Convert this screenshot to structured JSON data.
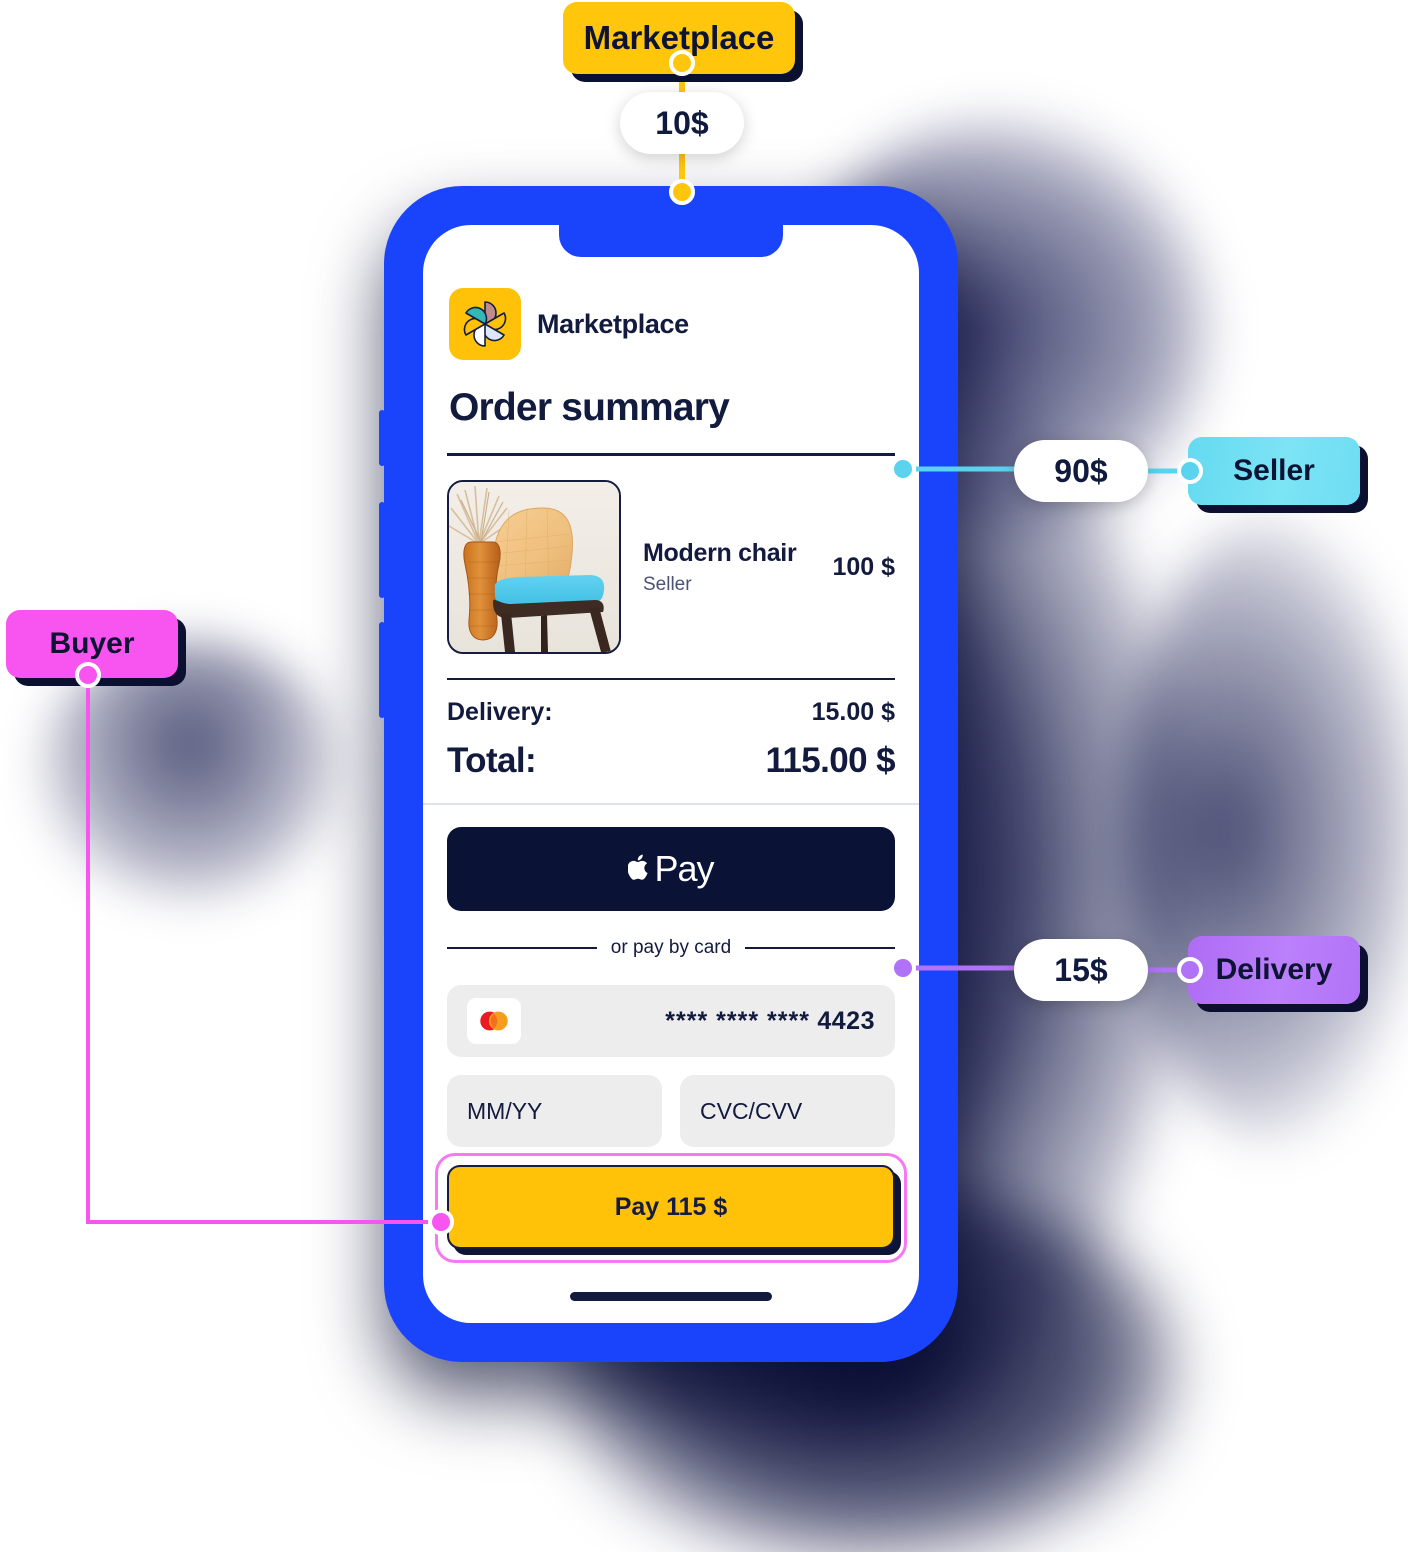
{
  "annotations": {
    "marketplace": {
      "label": "Marketplace",
      "fee": "10$",
      "color": "#FFC60B"
    },
    "seller": {
      "label": "Seller",
      "amount": "90$",
      "color": "#6FDDF2"
    },
    "delivery": {
      "label": "Delivery",
      "amount": "15$",
      "color": "#B273F7"
    },
    "buyer": {
      "label": "Buyer",
      "color": "#F854F0"
    }
  },
  "app": {
    "brand_name": "Marketplace",
    "brand_logo_icon": "pinwheel-flower-icon",
    "page_title": "Order summary"
  },
  "product": {
    "name": "Modern chair",
    "seller": "Seller",
    "price": "100 $",
    "image_alt": "modern-chair-photo"
  },
  "totals": {
    "delivery_label": "Delivery:",
    "delivery_value": "15.00 $",
    "total_label": "Total:",
    "total_value": "115.00 $"
  },
  "payment": {
    "apple_pay_label": "Pay",
    "apple_pay_icon": "apple-logo-icon",
    "divider_text": "or pay by card",
    "card_brand_icon": "mastercard-icon",
    "card_number_mask": "**** **** ****",
    "card_number_last4": "4423",
    "expiry_placeholder": "MM/YY",
    "cvc_placeholder": "CVC/CVV",
    "pay_button_label": "Pay 115 $"
  },
  "device": {
    "frame_color": "#1A44FB",
    "screen_color": "#FFFFFF"
  }
}
